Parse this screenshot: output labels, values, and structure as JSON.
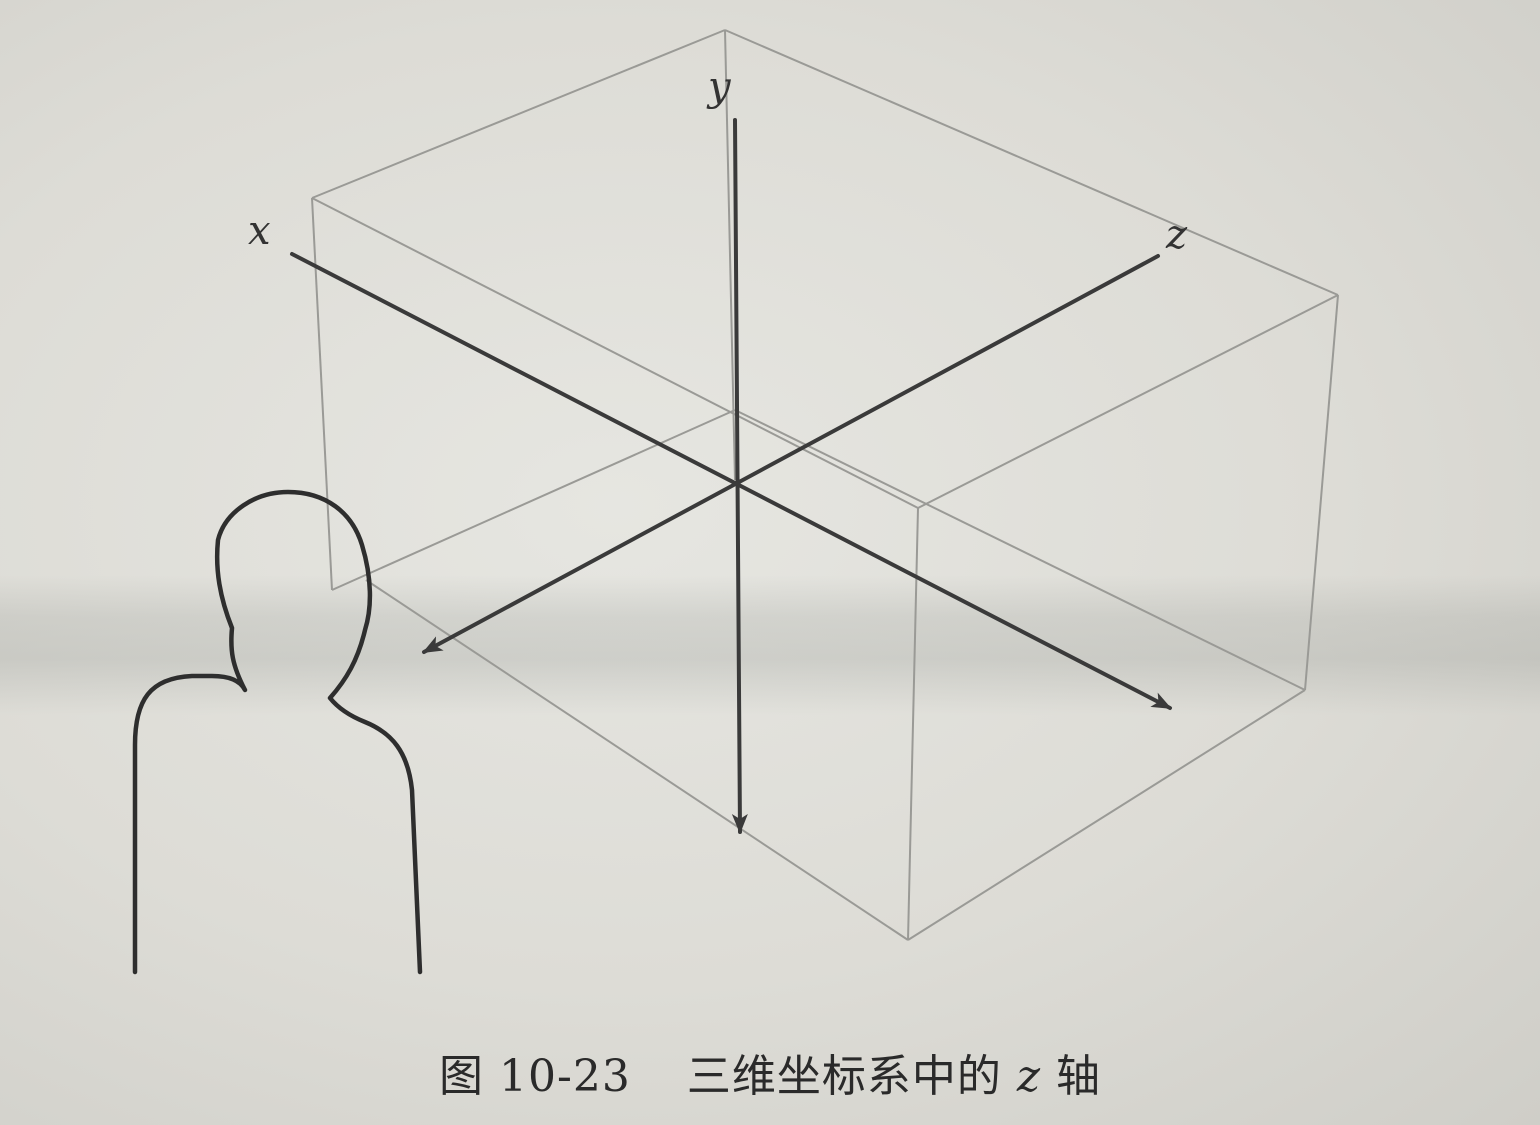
{
  "figure": {
    "axes": [
      {
        "name": "x",
        "label": "x"
      },
      {
        "name": "y",
        "label": "y"
      },
      {
        "name": "z",
        "label": "z"
      }
    ],
    "caption": {
      "number": "图 10-23",
      "text_before": "三维坐标系中的 ",
      "variable": "z",
      "text_after": " 轴"
    }
  }
}
